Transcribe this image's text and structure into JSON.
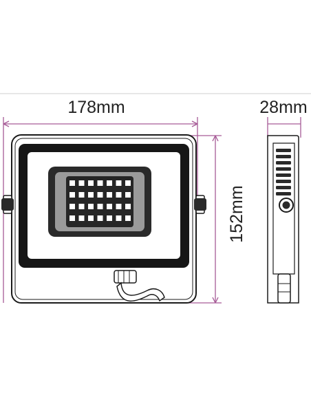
{
  "dimensions": {
    "width_label": "178mm",
    "height_label": "152mm",
    "depth_label": "28mm"
  },
  "colors": {
    "dimension_line": "#a65a96",
    "outline": "#1a1a1a",
    "background": "#ffffff"
  },
  "led_grid": {
    "rows": 4,
    "cols": 7
  }
}
